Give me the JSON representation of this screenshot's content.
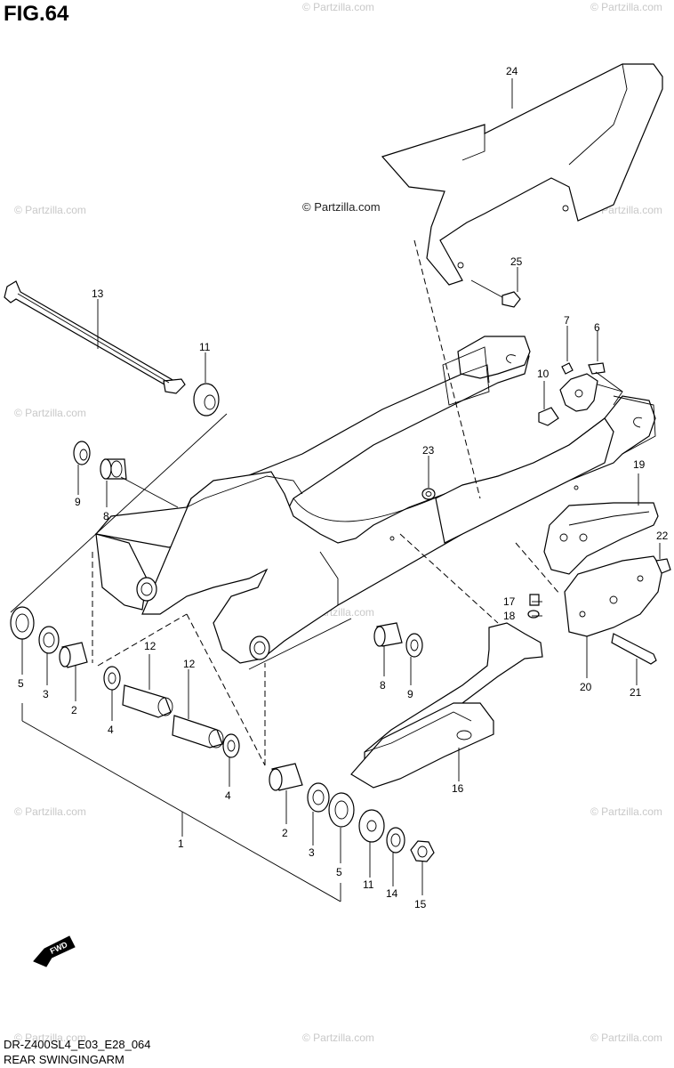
{
  "figure": {
    "title": "FIG.64",
    "code": "DR-Z400SL4_E03_E28_064",
    "name": "REAR SWINGINGARM"
  },
  "watermarks": {
    "main": "© Partzilla.com",
    "faint": "© Partzilla.com"
  },
  "callouts": {
    "c24": "24",
    "c25": "25",
    "c13": "13",
    "c11a": "11",
    "c7": "7",
    "c6": "6",
    "c10": "10",
    "c9a": "9",
    "c8a": "8",
    "c23": "23",
    "c19": "19",
    "c22": "22",
    "c17": "17",
    "c18": "18",
    "c20": "20",
    "c21": "21",
    "c12a": "12",
    "c12b": "12",
    "c8b": "8",
    "c9b": "9",
    "c5a": "5",
    "c3a": "3",
    "c2a": "2",
    "c4a": "4",
    "c4b": "4",
    "c16": "16",
    "c2b": "2",
    "c3b": "3",
    "c5b": "5",
    "c11b": "11",
    "c14": "14",
    "c15": "15",
    "c1": "1"
  },
  "fwd_badge": "FWD"
}
